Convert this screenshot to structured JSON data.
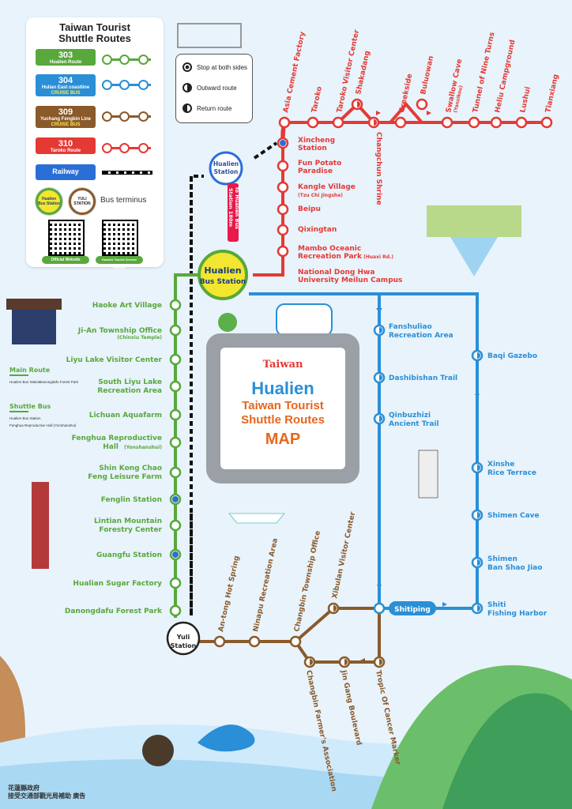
{
  "legend": {
    "title_line1": "Taiwan Tourist",
    "title_line2": "Shuttle Routes",
    "routes": [
      {
        "number": "303",
        "name": "Hualien Route",
        "sub": "",
        "color": "#58a83c"
      },
      {
        "number": "304",
        "name": "Hulian East coastline",
        "sub": "CRUISE BUS",
        "color": "#2a8fd6"
      },
      {
        "number": "309",
        "name": "Yuchang Fengbin Line",
        "sub": "CRUISE BUS",
        "color": "#8a5a2b"
      },
      {
        "number": "310",
        "name": "Taroko Route",
        "sub": "",
        "color": "#e53935"
      }
    ],
    "railway": "Railway",
    "terminus_a": "Hualien",
    "terminus_a_sub": "Bus Station",
    "terminus_b": "YULI",
    "terminus_b_sub": "STATION",
    "bus_terminus": "Bus terminus",
    "qr_official": "Official Website",
    "qr_service": "Hualien Tourist Service Network"
  },
  "stop_key": {
    "both_sides": "Stop at both sides",
    "outward": "Outward route",
    "return": "Return route"
  },
  "stations": {
    "hualien_station_1": "Hualien",
    "hualien_station_2": "Station",
    "hualien_bus_1": "Hualien",
    "hualien_bus_2": "Bus Station",
    "yuli_1": "Yuli",
    "yuli_2": "Station",
    "to_bus_station_1": "To Hualien Bus",
    "to_bus_station_2": "Station 180m",
    "shitiping": "Shitiping"
  },
  "route_310_top": [
    "Asia Cement Factory",
    "Taroko",
    "Taroko Visitor Center",
    "Shakadang",
    "Changchun Shrine",
    "Creekside",
    "Buluowan",
    "Swallow Cave",
    "(Yanzikou)",
    "Tunnel of Nine Turns",
    "Heliu Campground",
    "Lushui",
    "Tianxiang"
  ],
  "route_310_vertical": [
    {
      "name": "Xincheng",
      "name2": "Station",
      "sub": ""
    },
    {
      "name": "Fun Potato",
      "name2": "Paradise",
      "sub": ""
    },
    {
      "name": "Kangle Village",
      "name2": "",
      "sub": "(Tzu Chi Jingshe)"
    },
    {
      "name": "Beipu",
      "name2": "",
      "sub": ""
    },
    {
      "name": "Qixingtan",
      "name2": "",
      "sub": ""
    },
    {
      "name": "Mambo Oceanic",
      "name2": "Recreation Park",
      "sub": "(Huaxi Rd.)"
    },
    {
      "name": "National Dong Hwa",
      "name2": "University Meilun Campus",
      "sub": ""
    }
  ],
  "route_303": [
    {
      "name": "Haoke Art Village",
      "name2": "",
      "sub": ""
    },
    {
      "name": "Ji-An Township Office",
      "name2": "",
      "sub": "(Chinxiu Temple)"
    },
    {
      "name": "Liyu Lake Visitor Center",
      "name2": "",
      "sub": ""
    },
    {
      "name": "South Liyu Lake",
      "name2": "Recreation Area",
      "sub": ""
    },
    {
      "name": "Lichuan Aquafarm",
      "name2": "",
      "sub": ""
    },
    {
      "name": "Fenghua Reproductive",
      "name2": "Hall",
      "sub": "(Yonshanshui)"
    },
    {
      "name": "Shin Kong Chao",
      "name2": "Feng Leisure Farm",
      "sub": ""
    },
    {
      "name": "Fenglin Station",
      "name2": "",
      "sub": ""
    },
    {
      "name": "Lintian Mountain",
      "name2": "Forestry Center",
      "sub": ""
    },
    {
      "name": "Guangfu Station",
      "name2": "",
      "sub": ""
    },
    {
      "name": "Hualian Sugar Factory",
      "name2": "",
      "sub": ""
    },
    {
      "name": "Danongdafu Forest Park",
      "name2": "",
      "sub": ""
    }
  ],
  "route_304_inner": [
    {
      "name": "Fanshuliao",
      "name2": "Recreation Area"
    },
    {
      "name": "Dashibishan Trail",
      "name2": ""
    },
    {
      "name": "Qinbuzhizi",
      "name2": "Ancient Trail"
    }
  ],
  "route_304_outer": [
    {
      "name": "Baqi Gazebo",
      "name2": ""
    },
    {
      "name": "Xinshe",
      "name2": "Rice Terrace"
    },
    {
      "name": "Shimen Cave",
      "name2": ""
    },
    {
      "name": "Shimen",
      "name2": "Ban Shao Jiao"
    },
    {
      "name": "Shiti",
      "name2": "Fishing Harbor"
    }
  ],
  "route_309": [
    "An-tong Hot Spring",
    "Ninapu Recreation Area",
    "Changbin Township Office",
    "Xibulan Visitor Center",
    "Changbin Farmer's Association",
    "Jin Gang Boulevard",
    "Tropic Of Cancer Marker"
  ],
  "main_route_key": {
    "title": "Main Route",
    "a": "Hualien Bus Station",
    "b": "Danongdafu Forest Park"
  },
  "shuttle_bus_key": {
    "title": "Shuttle Bus",
    "a": "Hualien Bus Station",
    "b": "Fenghua Reproductive Hall (Yonshanshui)"
  },
  "center": {
    "brand": "Taiwan",
    "line1": "Hualien",
    "line2": "Taiwan Tourist",
    "line3": "Shuttle Routes",
    "line4": "MAP"
  },
  "credit_line1": "花蓮縣政府",
  "credit_line2": "接受交通部觀光局補助 廣告",
  "colors": {
    "red": "#e53935",
    "green": "#58a83c",
    "blue": "#2a8fd6",
    "brown": "#8a5a2b",
    "orange": "#e8661c"
  }
}
